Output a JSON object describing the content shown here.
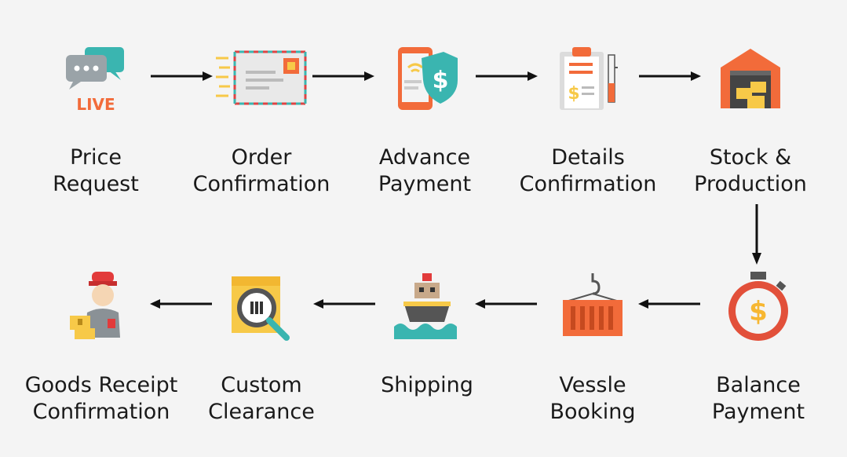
{
  "flow": {
    "row1": [
      {
        "id": "price-request",
        "lines": [
          "Price",
          "Request"
        ],
        "icon": "live-chat-icon",
        "badge": "LIVE"
      },
      {
        "id": "order-confirmation",
        "lines": [
          "Order",
          "Confirmation"
        ],
        "icon": "envelope-icon"
      },
      {
        "id": "advance-payment",
        "lines": [
          "Advance",
          "Payment"
        ],
        "icon": "phone-shield-dollar-icon",
        "badge": "$"
      },
      {
        "id": "details-confirmation",
        "lines": [
          "Details",
          "Confirmation"
        ],
        "icon": "clipboard-invoice-icon",
        "badge": "$"
      },
      {
        "id": "stock-production",
        "lines": [
          "Stock &",
          "Production"
        ],
        "icon": "warehouse-icon"
      }
    ],
    "row2": [
      {
        "id": "goods-receipt-confirmation",
        "lines": [
          "Goods Receipt",
          "Confirmation"
        ],
        "icon": "courier-boxes-icon"
      },
      {
        "id": "custom-clearance",
        "lines": [
          "Custom",
          "Clearance"
        ],
        "icon": "box-magnifier-icon"
      },
      {
        "id": "shipping",
        "lines": [
          "Shipping"
        ],
        "icon": "cargo-ship-icon"
      },
      {
        "id": "vessle-booking",
        "lines": [
          "Vessle",
          "Booking"
        ],
        "icon": "container-hook-icon"
      },
      {
        "id": "balance-payment",
        "lines": [
          "Balance",
          "Payment"
        ],
        "icon": "stopwatch-dollar-icon",
        "badge": "$"
      }
    ]
  },
  "colors": {
    "background": "#f4f4f4",
    "text": "#1a1a1a",
    "arrow": "#111111",
    "orange": "#f26b3a",
    "teal": "#3ab5b0",
    "yellow": "#f7c948",
    "gray": "#9aa3a8"
  }
}
